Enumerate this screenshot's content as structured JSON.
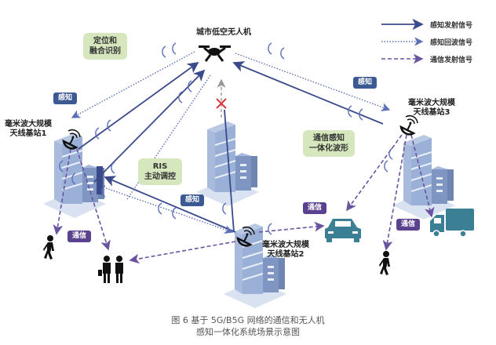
{
  "legend": [
    {
      "label": "感知发射信号",
      "style": "solid",
      "color": "#3b4a8a"
    },
    {
      "label": "感知回波信号",
      "style": "dotted",
      "color": "#5b6fb8"
    },
    {
      "label": "通信发射信号",
      "style": "dashed",
      "color": "#6a54a0"
    }
  ],
  "nodes": {
    "drone": "城市低空无人机",
    "bs1": [
      "毫米波大规模",
      "天线基站1"
    ],
    "bs2": [
      "毫米波大规模",
      "天线基站2"
    ],
    "bs3": [
      "毫米波大规模",
      "天线基站3"
    ]
  },
  "feature_boxes": {
    "positioning": [
      "定位和",
      "融合识别"
    ],
    "ris": [
      "RIS",
      "主动调控"
    ],
    "isac_waveform": [
      "通信感知",
      "一体化波形"
    ]
  },
  "tags": {
    "sense_label": "感知",
    "comm_label": "通信"
  },
  "caption": {
    "line1": "图 6  基于 5G/B5G 网络的通信和无人机",
    "line2": "感知一体化系统场景示意图"
  },
  "colors": {
    "sense_tag": "#3b5a94",
    "comm_tag": "#5a428f",
    "feature_box": "#d7e7bd",
    "building": "#9fb4d6",
    "vehicle": "#3b7f94",
    "blocked": "#d9363e"
  }
}
